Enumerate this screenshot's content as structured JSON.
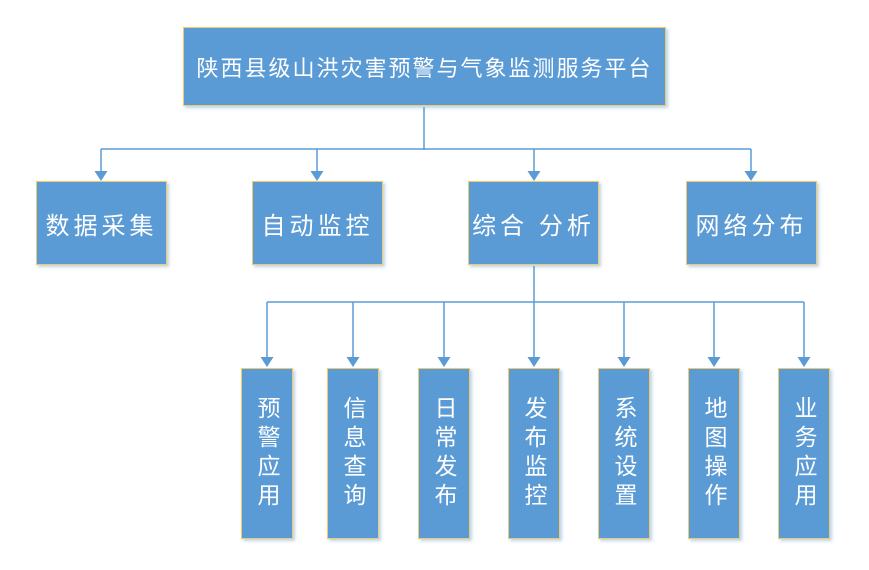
{
  "diagram": {
    "type": "org-chart",
    "root": {
      "label": "陕西县级山洪灾害预警与气象监测服务平台",
      "children": [
        {
          "label": "数据采集",
          "children": []
        },
        {
          "label": "自动监控",
          "children": []
        },
        {
          "label": "综合 分析",
          "children": [
            {
              "label": "预警应用"
            },
            {
              "label": "信息查询"
            },
            {
              "label": "日常发布"
            },
            {
              "label": "发布监控"
            },
            {
              "label": "系统设置"
            },
            {
              "label": "地图操作"
            },
            {
              "label": "业务应用"
            }
          ]
        },
        {
          "label": "网络分布",
          "children": []
        }
      ]
    },
    "colors": {
      "box_fill": "#5b9bd5",
      "box_border": "#f2cb68",
      "connector": "#5b9bd5",
      "text": "#ffffff",
      "background": "#ffffff"
    }
  }
}
